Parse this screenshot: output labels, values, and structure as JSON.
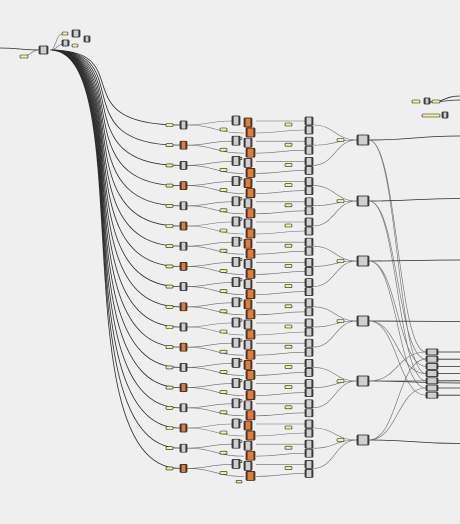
{
  "canvas": {
    "background": "#efefef"
  },
  "colors": {
    "wire": "#2b2b2b",
    "wire_light": "#6a6a6a",
    "node_body": "#cfcfcf",
    "node_dark": "#3a3a3a",
    "node_orange": "#f0782a",
    "node_yellow": "#f4ef9a",
    "node_border": "#1e1e1e"
  },
  "diagram": {
    "row_count": 18,
    "output_group_count": 6,
    "merge_port_count": 7
  }
}
